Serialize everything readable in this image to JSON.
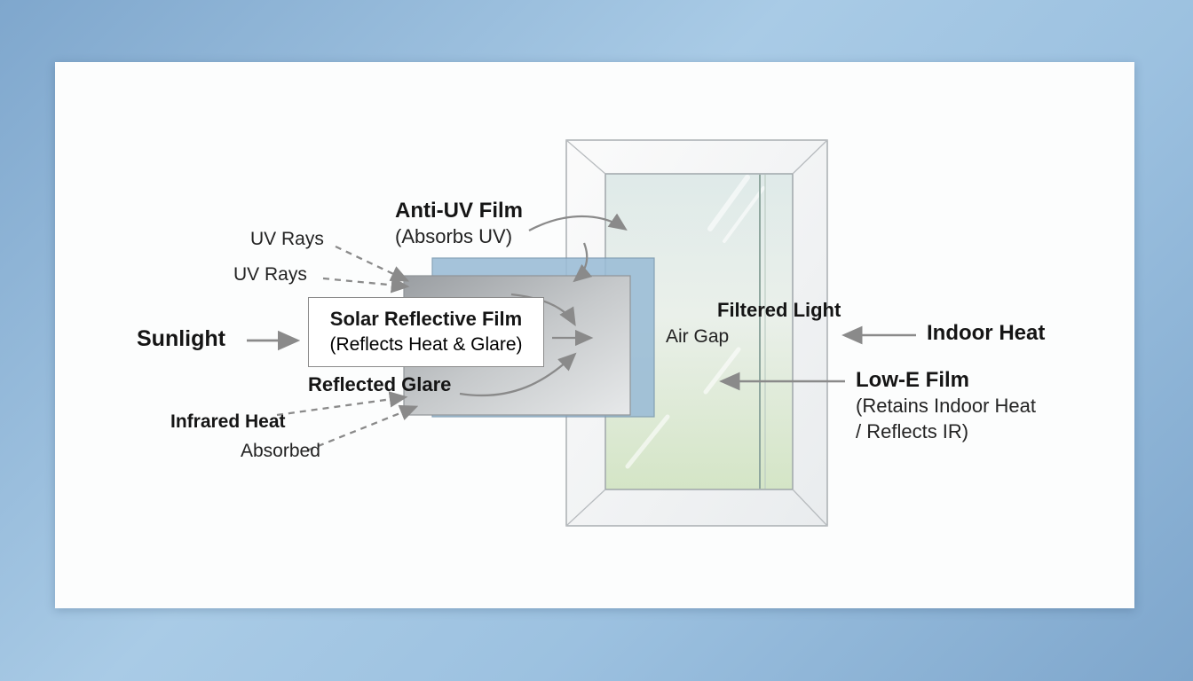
{
  "scene": {
    "description": "Window film technology cross-section diagram"
  },
  "labels": {
    "sunlight": "Sunlight",
    "uv_rays_top": "UV Rays",
    "uv_rays_bottom": "UV Rays",
    "anti_uv_film": {
      "title": "Anti-UV Film",
      "subtitle": "(Absorbs UV)"
    },
    "solar_film_box": {
      "title": "Solar Reflective Film",
      "subtitle": "(Reflects Heat & Glare)"
    },
    "reflected_glare": "Reflected Glare",
    "infrared_heat": "Infrared Heat",
    "absorbed": "Absorbed",
    "air_gap": "Air Gap",
    "filtered_light": "Filtered Light",
    "indoor_heat": "Indoor Heat",
    "low_e_film": {
      "title": "Low-E Film",
      "subtitle_line1": "(Retains Indoor Heat",
      "subtitle_line2": "/ Reflects IR)"
    }
  },
  "colors": {
    "background_light": "#a9cbe6",
    "background_dark": "#7fa7cd",
    "canvas": "#fcfdfd",
    "glass_top": "#dfeae8",
    "glass_bottom": "#d6e6c9",
    "film_blue": "#9abcd6",
    "film_silver": "#c6c9cb",
    "arrow": "#8a8a8a",
    "text": "#1b1b1b"
  }
}
